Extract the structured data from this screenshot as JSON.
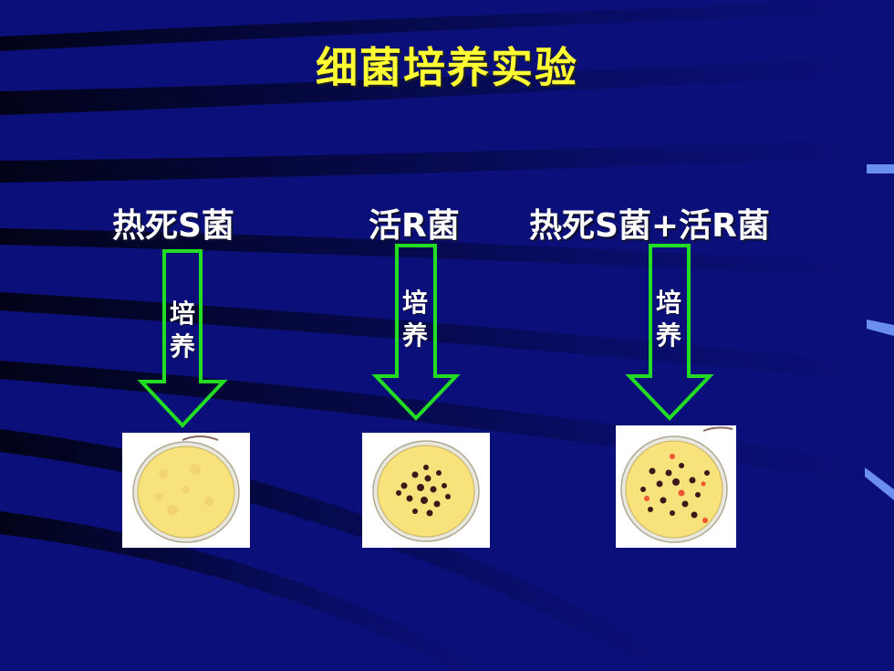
{
  "slide": {
    "title": "细菌培养实验",
    "columns": [
      {
        "label": "热死S菌",
        "arrow_text": "培养",
        "dish": "no-colonies"
      },
      {
        "label": "活R菌",
        "arrow_text": "培养",
        "dish": "r-colonies"
      },
      {
        "label": "热死S菌+活R菌",
        "arrow_text": "培养",
        "dish": "r-and-s-colonies"
      }
    ]
  },
  "colors": {
    "background": "#0a0f7a",
    "title": "#ffff33",
    "arrow_outline": "#22dd22",
    "agar": "#f7e27c",
    "r_colony": "#3a1a18",
    "s_colony": "#ee5533"
  }
}
